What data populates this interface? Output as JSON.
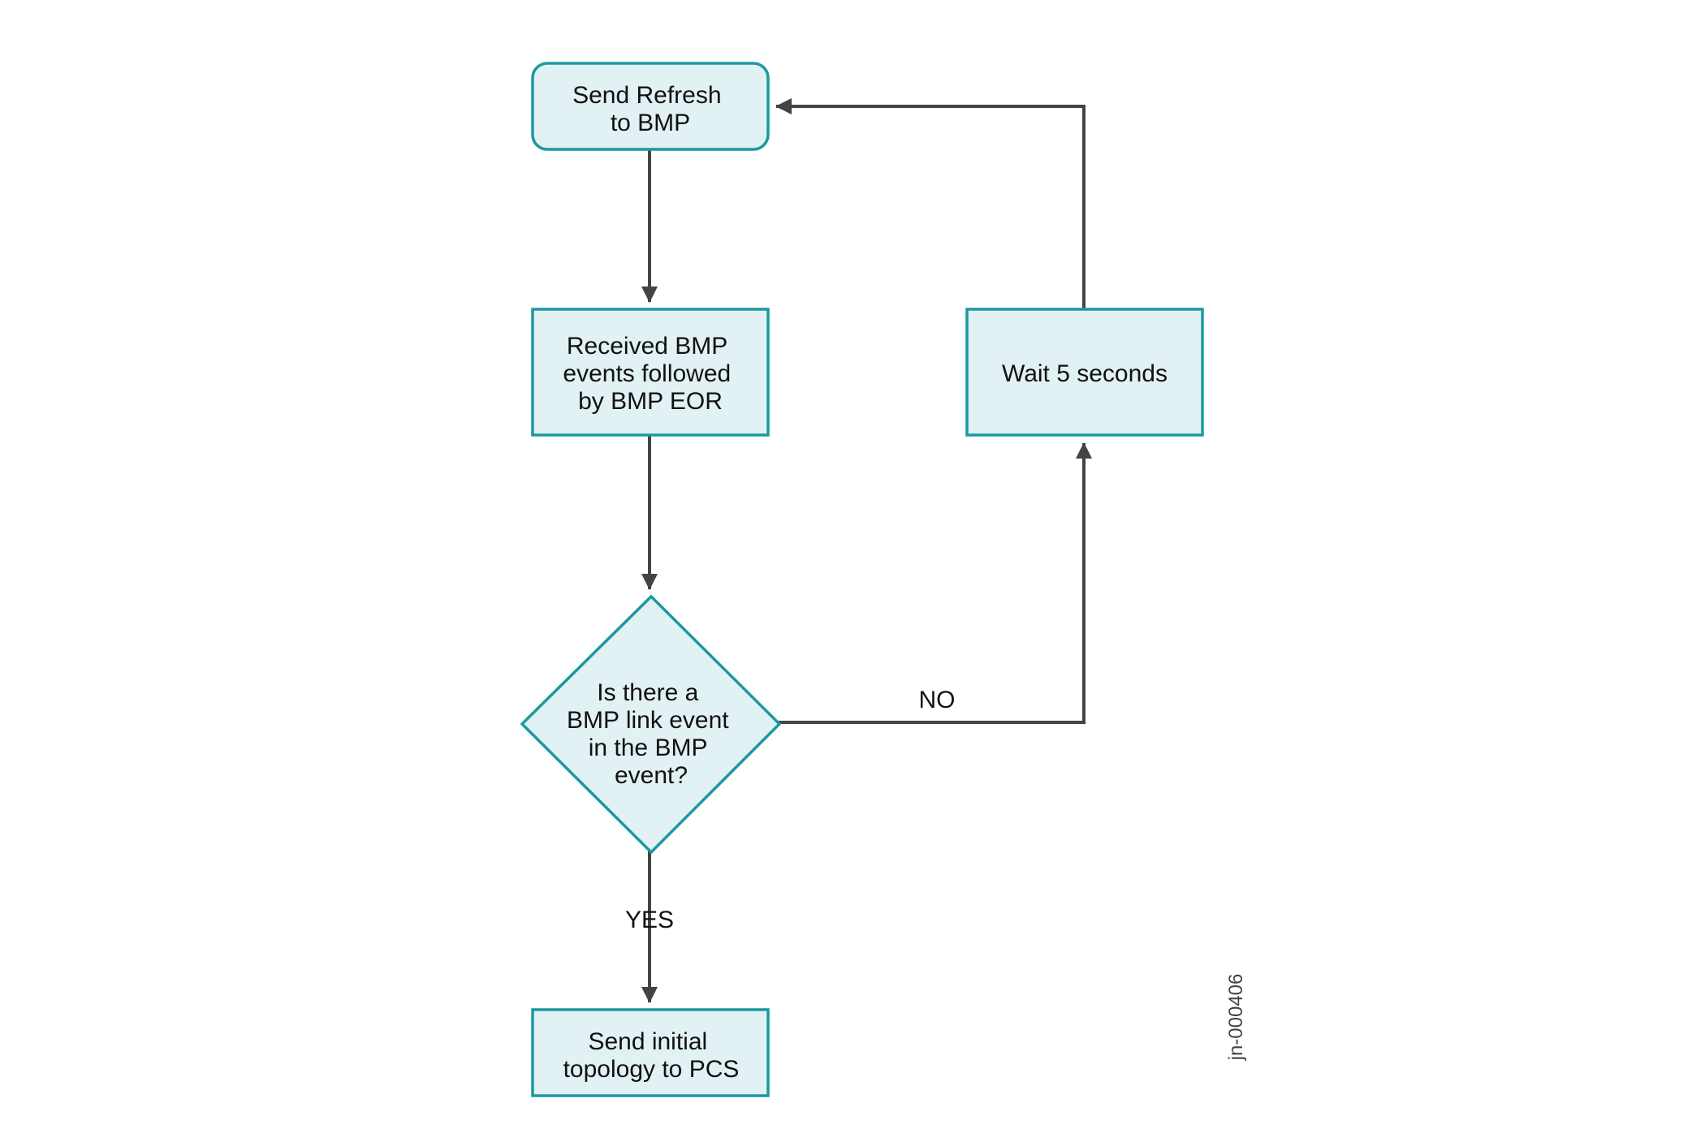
{
  "colors": {
    "node_fill": "#e2f1f3",
    "node_border": "#1a9aa0",
    "connector": "#444444",
    "text": "#111111"
  },
  "nodes": {
    "send_refresh": {
      "lines": [
        "Send Refresh",
        "to BMP"
      ],
      "shape": "rounded-rectangle"
    },
    "received_events": {
      "lines": [
        "Received BMP",
        "events followed",
        "by BMP EOR"
      ],
      "shape": "rectangle"
    },
    "decision": {
      "lines": [
        "Is there a",
        "BMP link event",
        "in the BMP",
        "event?"
      ],
      "shape": "diamond"
    },
    "send_topology": {
      "lines": [
        "Send initial",
        "topology to PCS"
      ],
      "shape": "rectangle"
    },
    "wait": {
      "lines": [
        "Wait 5 seconds"
      ],
      "shape": "rectangle"
    }
  },
  "edges": {
    "refresh_to_received": {
      "label": ""
    },
    "received_to_decision": {
      "label": ""
    },
    "decision_yes": {
      "label": "YES"
    },
    "decision_no": {
      "label": "NO"
    },
    "wait_to_refresh": {
      "label": ""
    }
  },
  "doc_id": "jn-000406"
}
